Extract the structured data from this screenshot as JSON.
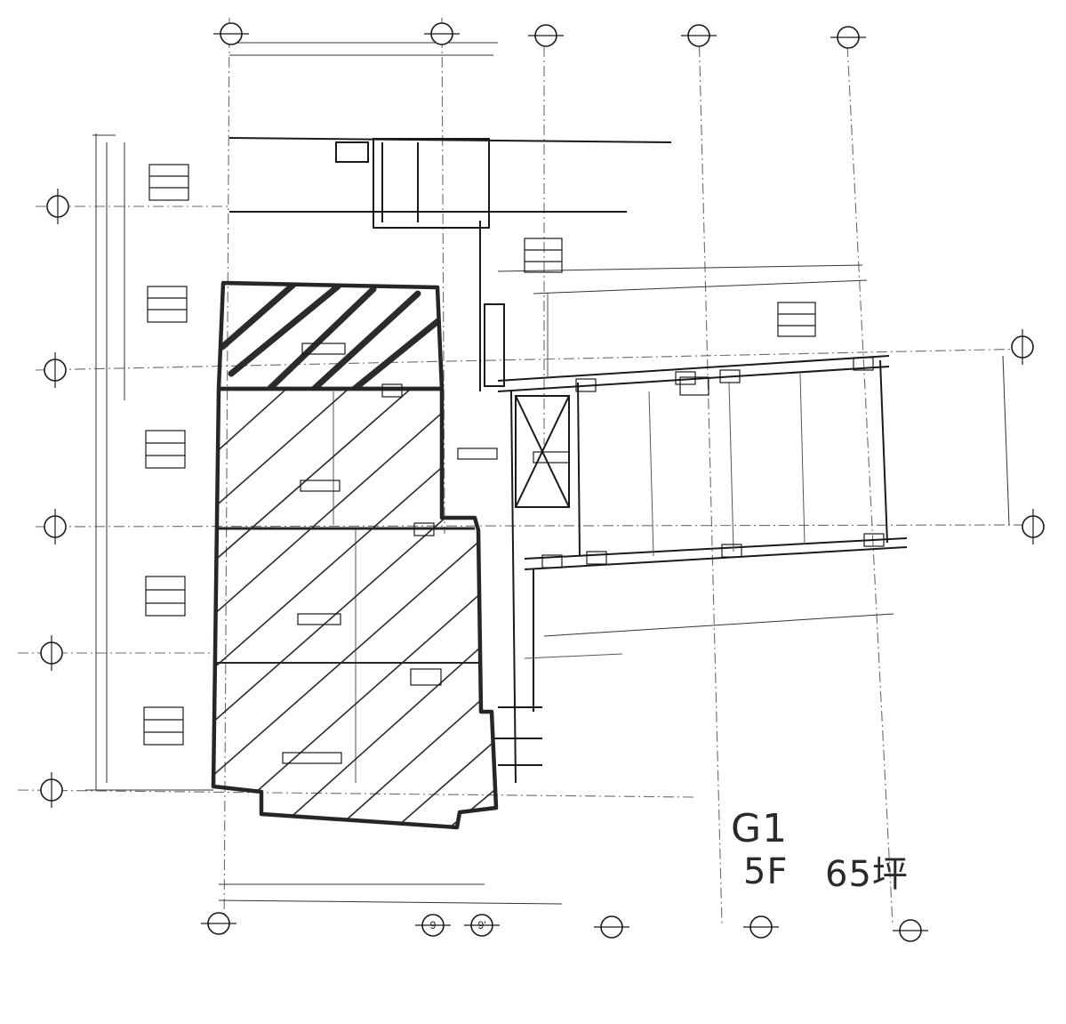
{
  "drawing": {
    "annotation": {
      "building_label": "G1",
      "floor_label": "5F",
      "area_label": "65坪"
    },
    "grid_labels": {
      "top": [
        "",
        "",
        "",
        "",
        ""
      ],
      "bottom": [
        "",
        "",
        "9",
        "9'",
        "",
        "",
        ""
      ],
      "left": [
        "",
        "",
        "",
        "",
        ""
      ],
      "right": [
        "",
        ""
      ]
    },
    "colors": {
      "line": "#1a1a1a",
      "faint": "#6b6b6b",
      "highlight_outline": "#262626",
      "hatch": "#2b2b2b",
      "paper": "#ffffff"
    }
  }
}
